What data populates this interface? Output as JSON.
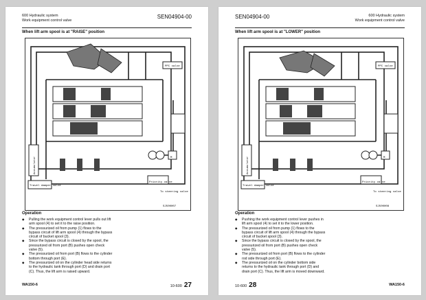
{
  "left_page": {
    "header_title": "600 Hydraulic system",
    "header_subtitle": "Work equipment control valve",
    "doc_code": "SEN04904-00",
    "section_title": "When lift arm spool is at \"RAISE\" position",
    "figure_id": "SJ500007",
    "labels": {
      "ppc": "PPC valve",
      "priority": "Priority valve",
      "steering": "To steering valve",
      "travel": "Travel damper valve",
      "accumulator": "Accumulator",
      "motor": "M"
    },
    "operation_title": "Operation",
    "operation": [
      "Pulling the work equipment control lever pulls out lift arm spool (4) to set it to the raise position.",
      "The pressurized oil from pump (1) flows to the bypass circuit of lift arm spool (4) through the bypass circuit of bucket spool (3).",
      "Since the bypass circuit is closed by the spool, the pressurized oil from port (B) pushes open check valve (5).",
      "The pressurized oil from port (B) flows to the cylinder bottom through port (E).",
      "The pressurized oil on the cylinder head side returns to the hydraulic tank through port (D) and drain port (C). Thus, the lift arm is raised upward."
    ],
    "model": "WA150-6",
    "page_code": "10-600",
    "page_number": "27"
  },
  "right_page": {
    "header_title": "600 Hydraulic system",
    "header_subtitle": "Work equipment control valve",
    "doc_code": "SEN04904-00",
    "section_title": "When lift arm spool is at \"LOWER\" position",
    "figure_id": "SJ500008",
    "labels": {
      "ppc": "PPC valve",
      "priority": "Priority valve",
      "steering": "To steering valve",
      "travel": "Travel damper valve",
      "accumulator": "Accumulator",
      "motor": "M"
    },
    "operation_title": "Operation",
    "operation": [
      "Pushing the work equipment control lever pushes in lift arm spool (4) to set it to the lower position.",
      "The pressurized oil from pump (1) flows to the bypass circuit of lift arm spool (4) through the bypass circuit of bucket spool (3).",
      "Since the bypass circuit is closed by the spool, the pressurized oil from port (B) pushes open check valve (5).",
      "The pressurized oil from port (B) flows to the cylinder rod side through port (E).",
      "The pressurized oil on the cylinder bottom side returns to the hydraulic tank through port (D) and drain port (C). Thus, the lift arm is moved downward."
    ],
    "model": "WA150-6",
    "page_code": "10-600",
    "page_number": "28"
  }
}
